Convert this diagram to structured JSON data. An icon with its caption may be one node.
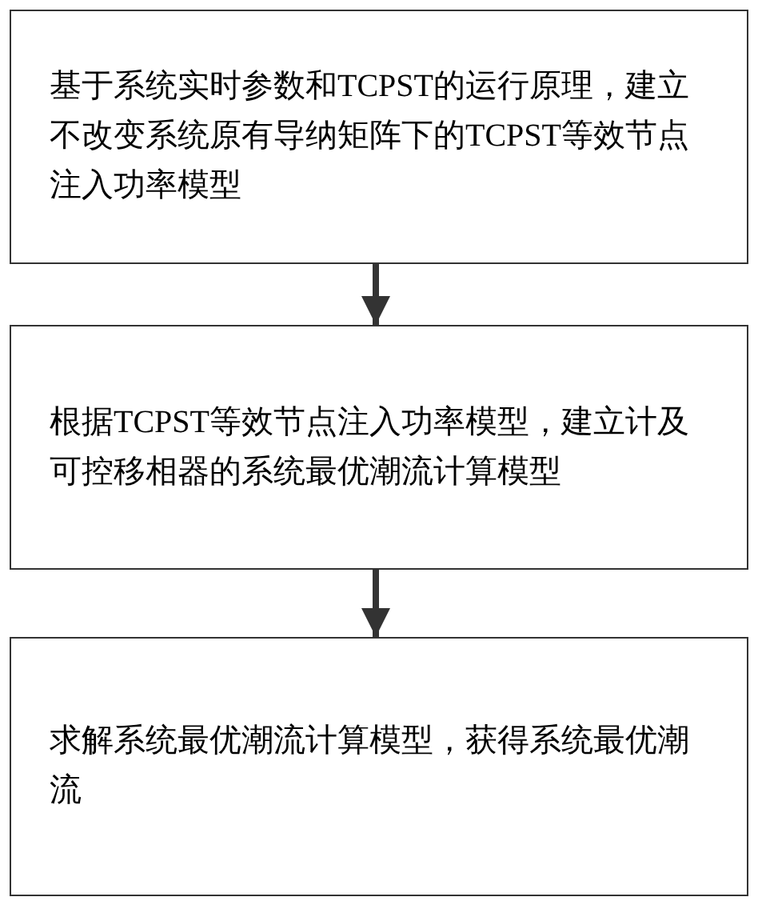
{
  "diagram": {
    "nodes": [
      {
        "text": [
          "基于系统实时参数和TCPST的运行原理，建立不改变系统原有导纳矩阵下的TCPST等效节点注入功率模型"
        ]
      },
      {
        "text": [
          "根据TCPST等效节点注入功率模型，建立计及可控移相器的系统最优潮流计算模型"
        ]
      },
      {
        "text": [
          "求解系统最优潮流计算模型，获得系统最优潮流"
        ]
      }
    ],
    "edges": [
      {
        "from": 0,
        "to": 1,
        "arrow": "to"
      },
      {
        "from": 1,
        "to": 2,
        "arrow": "to"
      }
    ]
  }
}
